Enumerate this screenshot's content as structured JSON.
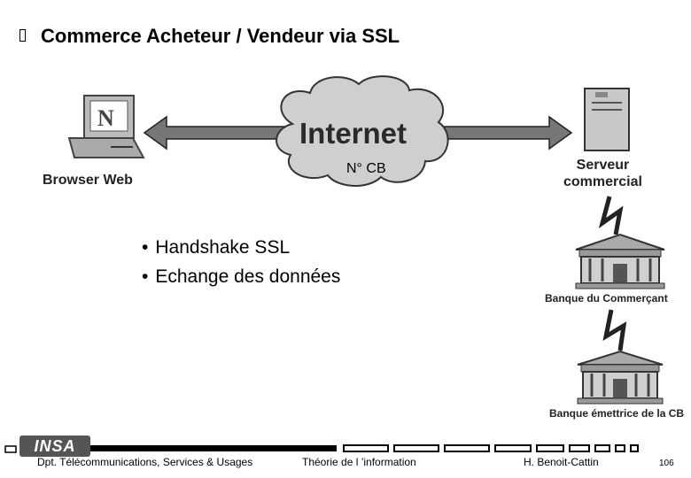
{
  "slide": {
    "title": "Commerce Acheteur / Vendeur via SSL"
  },
  "diagram": {
    "browser_label": "Browser Web",
    "internet_label": "Internet",
    "card_label": "N° CB",
    "server_label_line1": "Serveur",
    "server_label_line2": "commercial",
    "bank1_label": "Banque du Commerçant",
    "bank2_label": "Banque émettrice de la CB",
    "browser_logo_letter": "N"
  },
  "bullets": [
    "Handshake SSL",
    "Echange des données"
  ],
  "footer": {
    "logo": "INSA",
    "department": "Dpt. Télécommunications, Services & Usages",
    "course": "Théorie de l ’information",
    "author": "H. Benoit-Cattin",
    "page": "106"
  }
}
